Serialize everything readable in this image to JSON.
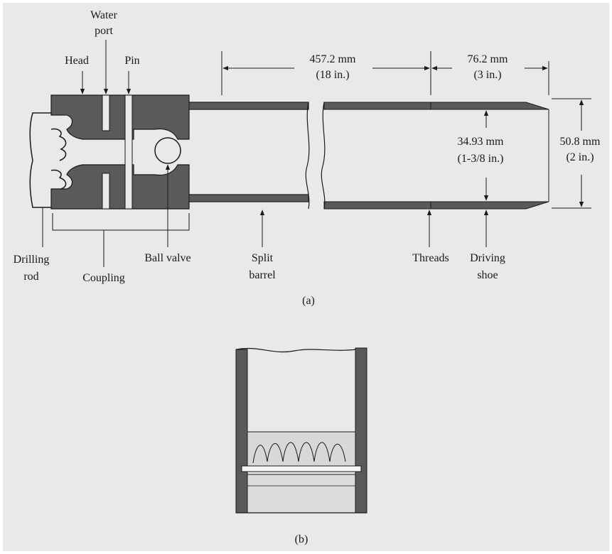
{
  "figure": {
    "part_a": {
      "labels": {
        "water_port_1": "Water",
        "water_port_2": "port",
        "head": "Head",
        "pin": "Pin",
        "drilling_rod_1": "Drilling",
        "drilling_rod_2": "rod",
        "coupling": "Coupling",
        "ball_valve": "Ball valve",
        "split_barrel_1": "Split",
        "split_barrel_2": "barrel",
        "threads": "Threads",
        "driving_shoe_1": "Driving",
        "driving_shoe_2": "shoe"
      },
      "dimensions": {
        "barrel_length_mm": "457.2 mm",
        "barrel_length_in": "(18 in.)",
        "shoe_length_mm": "76.2 mm",
        "shoe_length_in": "(3 in.)",
        "inner_dia_mm": "34.93 mm",
        "inner_dia_in": "(1-3/8 in.)",
        "outer_dia_mm": "50.8 mm",
        "outer_dia_in": "(2 in.)"
      },
      "caption": "(a)"
    },
    "part_b": {
      "caption": "(b)"
    },
    "colors": {
      "background": "#e9e9e9",
      "metal": "#5a5a5a",
      "line": "#1a1a1a"
    }
  }
}
